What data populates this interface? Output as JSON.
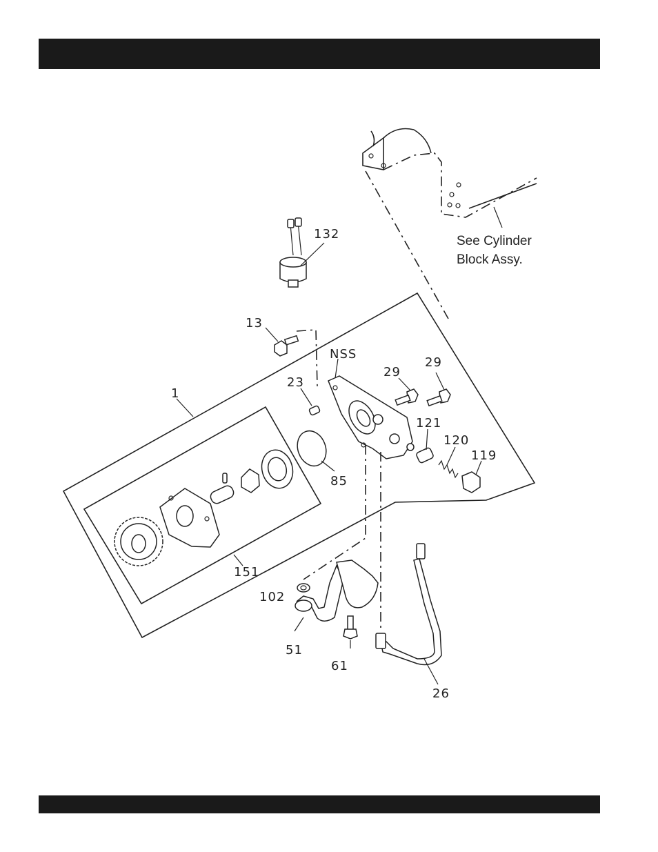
{
  "header": {
    "title": ""
  },
  "footer": {
    "text": ""
  },
  "note": {
    "line1": "See Cylinder",
    "line2": "Block Assy."
  },
  "labels": {
    "p1": "1",
    "p13": "13",
    "p23": "23",
    "p26": "26",
    "p29a": "29",
    "p29b": "29",
    "p51": "51",
    "p61": "61",
    "p85": "85",
    "p102": "102",
    "p119": "119",
    "p120": "120",
    "p121": "121",
    "p132": "132",
    "p151": "151",
    "nss": "NSS"
  }
}
